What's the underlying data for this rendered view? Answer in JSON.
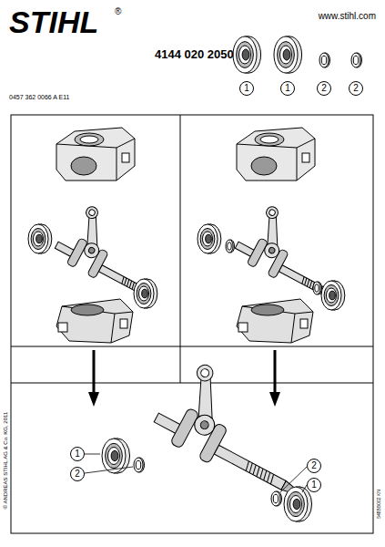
{
  "diagram": {
    "nodes": [
      {
        "text": [
          "1"
        ]
      },
      {
        "text": [
          "1"
        ]
      },
      {
        "text": [
          "2"
        ]
      },
      {
        "text": [
          "2"
        ]
      },
      {
        "text": [
          "1"
        ]
      },
      {
        "text": [
          "2"
        ]
      },
      {
        "text": [
          "2"
        ]
      },
      {
        "text": [
          "1"
        ]
      }
    ],
    "labels": [
      "STIHL",
      "®",
      "www.stihl.com",
      "4144 020 2050",
      "0457 362 0066 A E11",
      "© ANDREAS STIHL AG & Co. KG, 2011",
      "548BB002 KN"
    ]
  }
}
